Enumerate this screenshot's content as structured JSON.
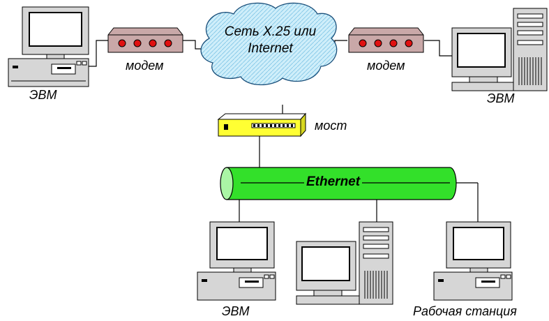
{
  "labels": {
    "evm_top_left": "ЭВМ",
    "modem_left": "модем",
    "cloud_line1": "Сеть X.25 или",
    "cloud_line2": "Internet",
    "modem_right": "модем",
    "evm_top_right": "ЭВМ",
    "bridge": "мост",
    "ethernet": "Ethernet",
    "evm_bottom": "ЭВМ",
    "workstation": "Рабочая станция"
  },
  "colors": {
    "cloud_fill": "#cfeefa",
    "ethernet_fill": "#33e02a",
    "bridge_fill": "#ffff33",
    "modem_fill": "#c9a8a8",
    "modem_led": "#e01010",
    "computer_fill": "#d6d6d6"
  },
  "icons": [
    "desktop-computer-icon",
    "modem-icon",
    "cloud-icon",
    "bridge-icon",
    "ethernet-bus-icon",
    "tower-computer-icon"
  ]
}
